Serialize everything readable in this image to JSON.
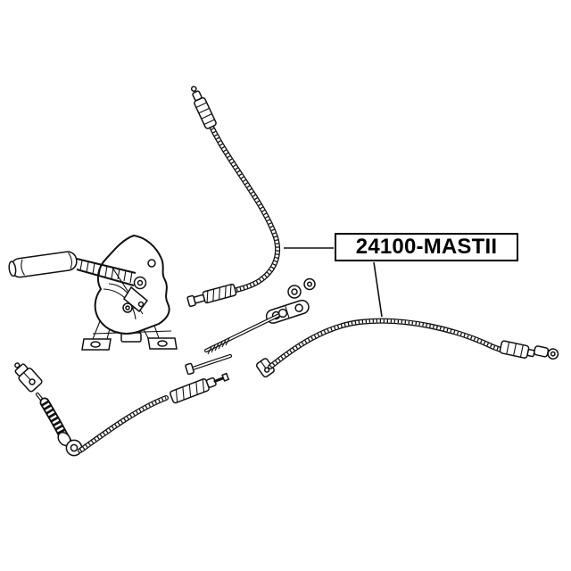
{
  "diagram": {
    "part_label": "24100-MASTII",
    "colors": {
      "background": "#ffffff",
      "line": "#111111",
      "label_border": "#000000",
      "label_text": "#000000"
    },
    "components": [
      "parking-brake-lever-assembly",
      "upper-parking-brake-cable",
      "lower-right-parking-brake-cable",
      "lower-left-parking-brake-cable",
      "equalizer-bracket",
      "washer-grommets",
      "adjuster-rod",
      "clevis-pin"
    ]
  }
}
